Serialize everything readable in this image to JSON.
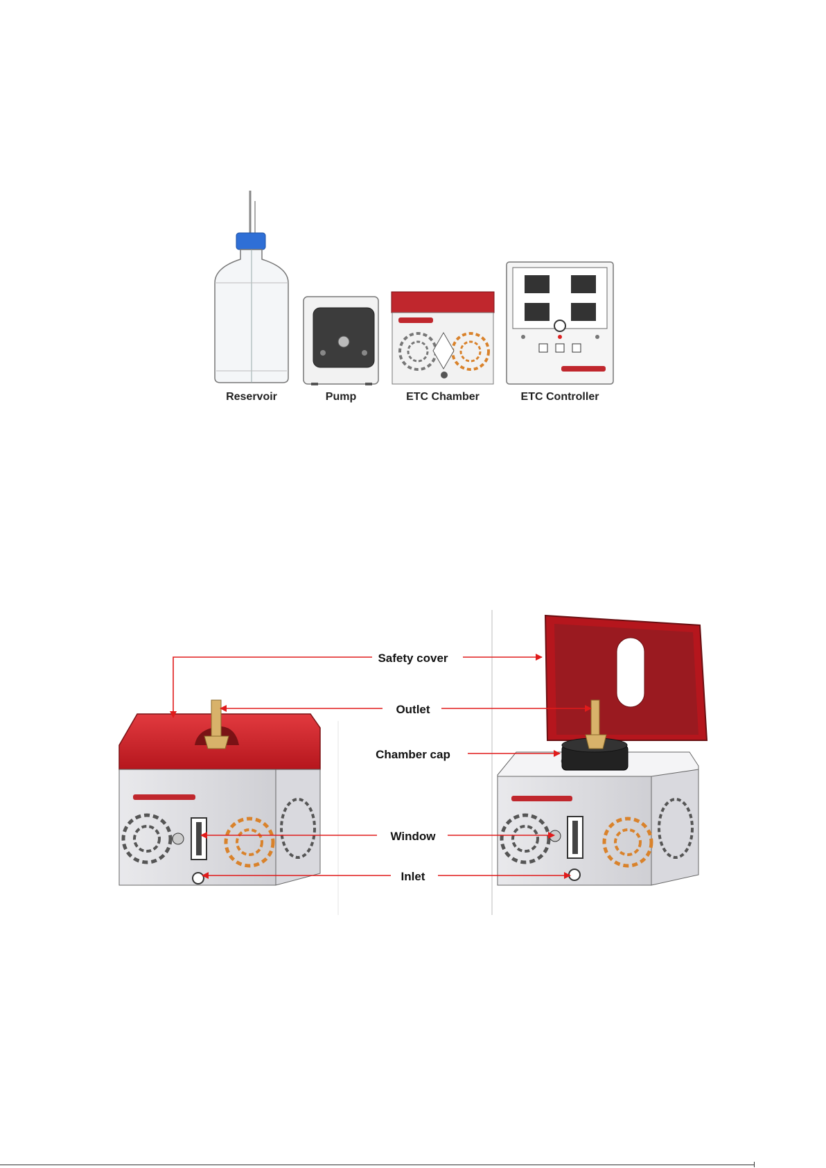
{
  "top_figure": {
    "components": [
      {
        "label": "Reservoir"
      },
      {
        "label": "Pump"
      },
      {
        "label": "ETC Chamber"
      },
      {
        "label": "ETC Controller"
      }
    ]
  },
  "bottom_figure": {
    "callouts": [
      {
        "label": "Safety cover"
      },
      {
        "label": "Outlet"
      },
      {
        "label": "Chamber cap"
      },
      {
        "label": "Window"
      },
      {
        "label": "Inlet"
      }
    ]
  },
  "colors": {
    "accent_red": "#c0272d",
    "arrow_red": "#e01b1b",
    "cap_blue": "#2f6fd6",
    "vent_orange": "#d9822b",
    "brass": "#d8b26a"
  }
}
